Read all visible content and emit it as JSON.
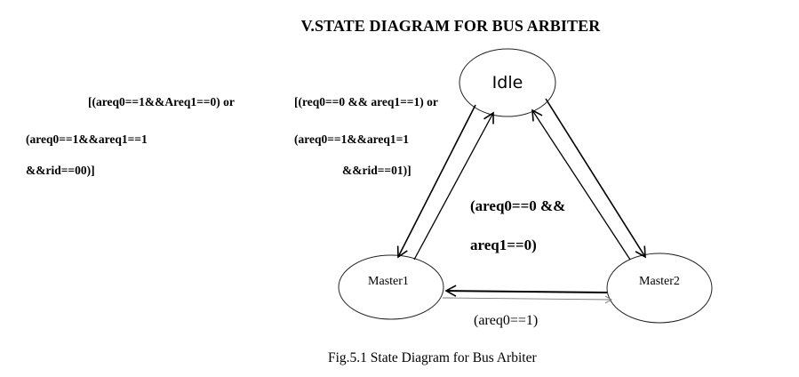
{
  "heading": "V.STATE DIAGRAM FOR BUS ARBITER",
  "states": {
    "idle": "Idle",
    "master1": "Master1",
    "master2": "Master2"
  },
  "transitions": {
    "idle_to_master1": {
      "lines": [
        "[(areq0==1&&Areq1==0) or",
        "(areq0==1&&areq1==1",
        "&&rid==00)]"
      ]
    },
    "idle_to_master2": {
      "lines": [
        "[(req0==0 && areq1==1) or",
        "(areq0==1&&areq1=1",
        "&&rid==01)]"
      ]
    },
    "to_idle": {
      "lines": [
        "(areq0==0 &&",
        "areq1==0)"
      ]
    },
    "master2_to_master1": {
      "label": "(areq0==1)"
    }
  },
  "caption": "Fig.5.1 State Diagram for Bus Arbiter"
}
